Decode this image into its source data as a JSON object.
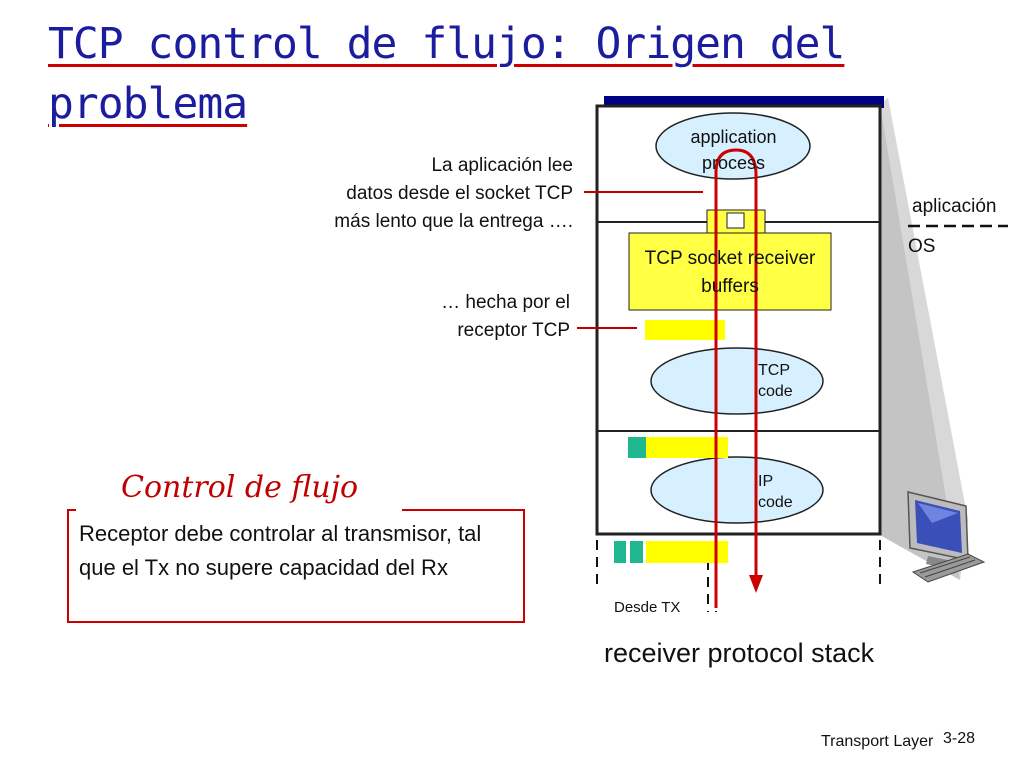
{
  "slide": {
    "title": "TCP control de flujo: Origen del problema",
    "note_app_lines": [
      "La aplicación lee",
      "datos desde el socket TCP",
      "más lento que la entrega …."
    ],
    "note_tcp_lines": [
      "… hecha por el",
      "receptor TCP"
    ],
    "labels": {
      "application_process": "application process",
      "socket_buffers": "TCP socket receiver buffers",
      "tcp_code": "TCP code",
      "ip_code": "IP code",
      "aplicacion": "aplicación",
      "os": "OS",
      "desde_tx": "Desde TX"
    },
    "flow_control": {
      "title": "Control de flujo",
      "text": "Receptor debe controlar al transmisor, tal que el Tx no supere capacidad del Rx"
    },
    "caption": "receiver protocol stack",
    "footer": {
      "left": "Transport Layer",
      "page": "3-28"
    }
  },
  "colors": {
    "title": "#1c1c9e",
    "accent_red": "#c00000",
    "buffer_yellow": "#ffff00",
    "socket_yellow": "#ffff44",
    "ellipse_blue": "#d6f0ff",
    "teal": "#20b890",
    "navy": "#000080"
  },
  "icons": [
    "computer-icon",
    "keyboard-icon"
  ]
}
